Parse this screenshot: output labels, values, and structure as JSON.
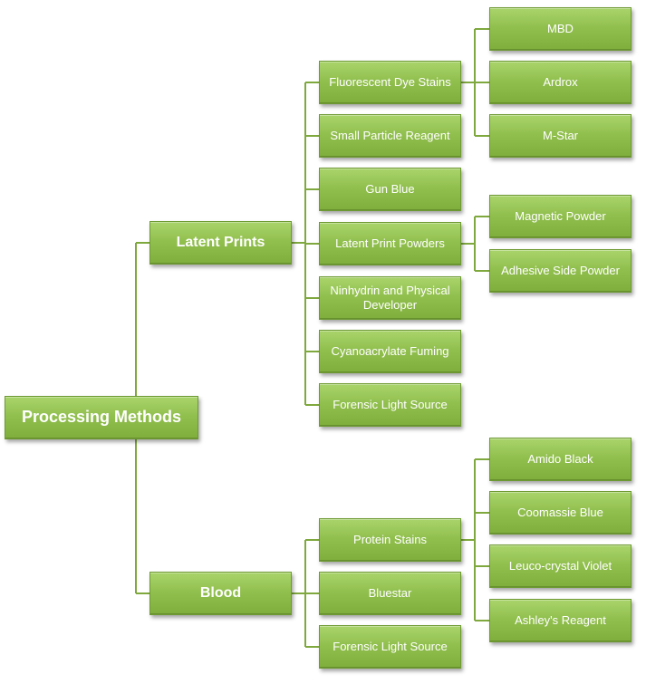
{
  "diagram": {
    "root": "Processing Methods",
    "branches": [
      {
        "label": "Latent Prints",
        "children": [
          {
            "label": "Fluorescent Dye Stains",
            "children": [
              "MBD",
              "Ardrox",
              "M-Star"
            ]
          },
          {
            "label": "Small Particle Reagent"
          },
          {
            "label": "Gun Blue"
          },
          {
            "label": "Latent Print Powders",
            "children": [
              "Magnetic Powder",
              "Adhesive Side Powder"
            ]
          },
          {
            "label": "Ninhydrin and Physical Developer"
          },
          {
            "label": "Cyanoacrylate Fuming"
          },
          {
            "label": "Forensic Light Source"
          }
        ]
      },
      {
        "label": "Blood",
        "children": [
          {
            "label": "Protein Stains",
            "children": [
              "Amido Black",
              "Coomassie Blue",
              "Leuco-crystal Violet",
              "Ashley's Reagent"
            ]
          },
          {
            "label": "Bluestar"
          },
          {
            "label": "Forensic Light Source"
          }
        ]
      }
    ],
    "colors": {
      "node_fill": "#92c04f",
      "node_border": "#6e9a33",
      "connector": "#7fa83e",
      "text": "#ffffff"
    }
  }
}
